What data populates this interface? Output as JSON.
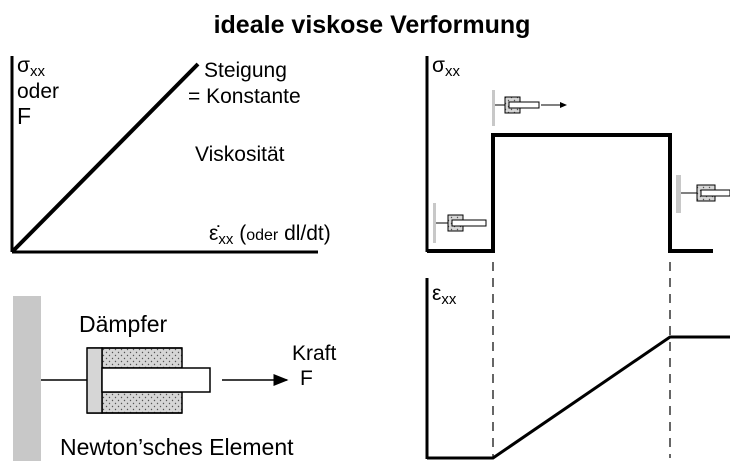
{
  "title": "ideale viskose Verformung",
  "top_left_graph": {
    "y_label": {
      "symbol": "σ",
      "subscript": "xx",
      "line2": "oder",
      "line3": "F"
    },
    "x_label": {
      "symbol": "ε̇",
      "subscript": "xx",
      "open_paren": " (",
      "oder": "oder",
      "rate": " dl/dt)"
    },
    "annotations": {
      "slope_line1": "Steigung",
      "slope_line2": "= Konstante",
      "viscosity": "Viskosität"
    }
  },
  "damper_diagram": {
    "label": "Dämpfer",
    "force_line1": "Kraft",
    "force_line2": "F",
    "element_name": "Newton’sches Element"
  },
  "stress_graph": {
    "y_label": {
      "symbol": "σ",
      "subscript": "xx"
    }
  },
  "strain_graph": {
    "y_label": {
      "symbol": "ε",
      "subscript": "xx"
    }
  },
  "colors": {
    "wall": "#c8c8c8",
    "fluid": "#d3d3d3",
    "line": "#000000"
  },
  "icons": [
    "damper-icon",
    "force-arrow-icon",
    "wall-icon"
  ]
}
